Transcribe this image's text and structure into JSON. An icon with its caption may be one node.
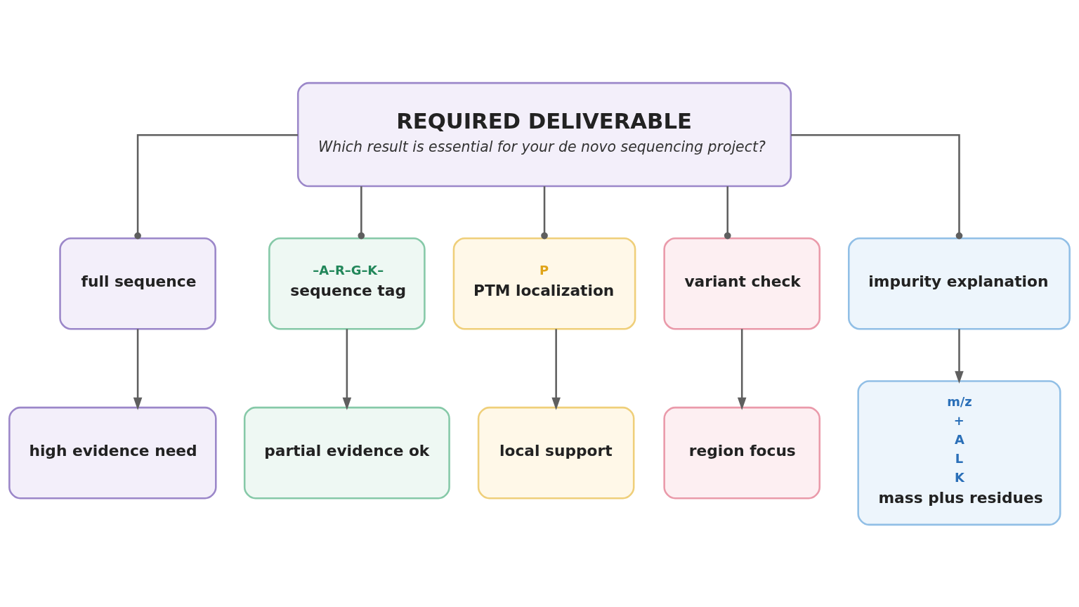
{
  "diagram": {
    "nodes": [
      {
        "text": [
          "REQUIRED DELIVERABLE",
          "Which result is essential for your de novo sequencing project?"
        ]
      },
      {
        "text": [
          "full sequence"
        ]
      },
      {
        "text": [
          "–A–R–G–K–",
          "sequence tag"
        ]
      },
      {
        "text": [
          "P",
          "PTM localization"
        ]
      },
      {
        "text": [
          "variant check"
        ]
      },
      {
        "text": [
          "impurity explanation"
        ]
      },
      {
        "text": [
          "high evidence need"
        ]
      },
      {
        "text": [
          "partial evidence ok"
        ]
      },
      {
        "text": [
          "local support"
        ]
      },
      {
        "text": [
          "region focus"
        ]
      },
      {
        "text": [
          "m/z",
          "+",
          "A",
          "L",
          "K",
          "mass plus residues"
        ]
      }
    ],
    "edges": [
      {
        "from": 0,
        "to": 1,
        "arrow": "other"
      },
      {
        "from": 0,
        "to": 2,
        "arrow": "other"
      },
      {
        "from": 0,
        "to": 3,
        "arrow": "other"
      },
      {
        "from": 0,
        "to": 4,
        "arrow": "other"
      },
      {
        "from": 0,
        "to": 5,
        "arrow": "other"
      },
      {
        "from": 1,
        "to": 6,
        "arrow": "to"
      },
      {
        "from": 2,
        "to": 7,
        "arrow": "to"
      },
      {
        "from": 3,
        "to": 8,
        "arrow": "to"
      },
      {
        "from": 4,
        "to": 9,
        "arrow": "to"
      },
      {
        "from": 5,
        "to": 10,
        "arrow": "to"
      }
    ]
  }
}
